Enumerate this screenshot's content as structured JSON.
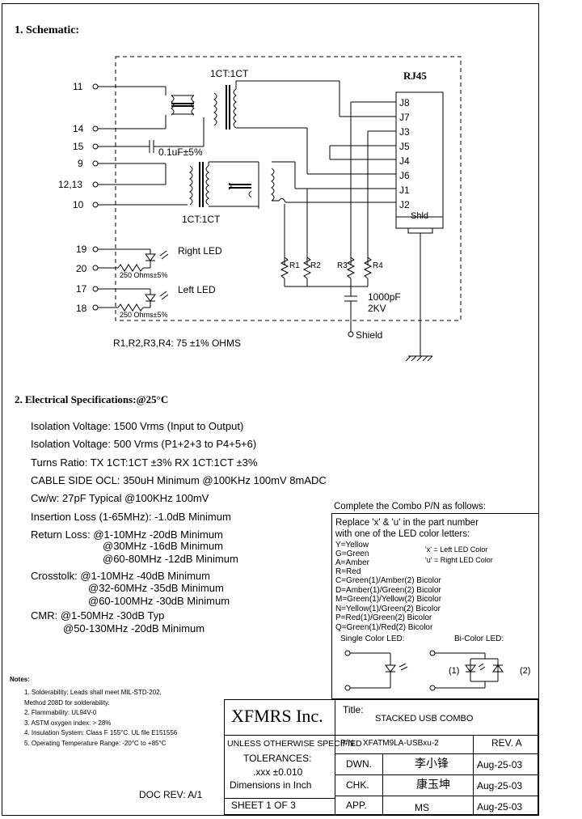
{
  "sections": {
    "schematic_title": "1.  Schematic:",
    "electrical_title": "2.  Electrical    Specifications:@25°C"
  },
  "schematic": {
    "rj45_label": "RJ45",
    "jacks": [
      "J8",
      "J7",
      "J3",
      "J5",
      "J4",
      "J6",
      "J1",
      "J2"
    ],
    "shld": "Shld",
    "pins_left": [
      "11",
      "14",
      "15",
      "9",
      "12,13",
      "10"
    ],
    "transformer_top": "1CT:1CT",
    "transformer_bottom": "1CT:1CT",
    "cap_label": "0.1uF±5%",
    "led_pins": [
      "19",
      "20",
      "17",
      "18"
    ],
    "right_led": "Right  LED",
    "left_led": "Left  LED",
    "res_label_1": "250  Ohms±5%",
    "res_label_2": "250  Ohms±5%",
    "r1": "R1",
    "r2": "R2",
    "r3": "R3",
    "r4": "R4",
    "cap2_a": "1000pF",
    "cap2_b": "2KV",
    "shield": "Shield",
    "resistor_note": "R1,R2,R3,R4:  75  ±1%  OHMS"
  },
  "specs": [
    "Isolation Voltage:   1500 Vrms  (Input to Output)",
    "Isolation Voltage:   500 Vrms  (P1+2+3  to  P4+5+6)",
    "Turns Ratio:  TX  1CT:1CT  ±3%  RX  1CT:1CT  ±3%",
    "CABLE SIDE OCL:  350uH  Minimum  @100KHz  100mV  8mADC",
    "Cw/w:  27pF  Typical  @100KHz  100mV",
    "Insertion  Loss  (1-65MHz):  -1.0dB  Minimum",
    "Return  Loss:  @1-10MHz     -20dB  Minimum",
    "@30MHz    -16dB  Minimum",
    "@60-80MHz    -12dB  Minimum",
    "Crosstolk:  @1-10MHz     -40dB  Minimum",
    "@32-60MHz     -35dB  Minimum",
    "@60-100MHz     -30dB  Minimum",
    "CMR:  @1-50MHz     -30dB  Typ",
    "@50-130MHz     -20dB  Minimum"
  ],
  "combo": {
    "title": "Complete  the  Combo  P/N  as  follows:",
    "intro_1": "Replace  'x'  &  'u'  in  the  part  number",
    "intro_2": "with  one  of  the  LED  color  letters:",
    "colors": [
      "Y=Yellow",
      "G=Green",
      "A=Amber",
      "R=Red"
    ],
    "x_note": "'x'  =  Left  LED  Color",
    "u_note": "'u'  =  Right  LED  Color",
    "bicolor": [
      "C=Green(1)/Amber(2)  Bicolor",
      "D=Amber(1)/Green(2)  Bicolor",
      "M=Green(1)/Yellow(2)  Bicolor",
      "N=Yellow(1)/Green(2)  Bicolor",
      "P=Red(1)/Green(2)  Bicolor",
      "Q=Green(1)/Red(2)  Bicolor"
    ],
    "single_label": "Single  Color  LED:",
    "bi_label": "Bi-Color  LED:",
    "bi_1": "(1)",
    "bi_2": "(2)"
  },
  "notes": {
    "title": "Notes:",
    "items": [
      "1.  Solderability:  Leads  shall  meet  MIL-STD-202,",
      "     Method  208D  for  solderability.",
      "2.  Flammability:  UL94V-0",
      "3.  ASTM  oxygen  index:  >  28%",
      "4.  Insulation  System:  Class  F  155°C.  UL  file  E151556",
      "5.  Operating  Temperature  Range:  -20°C  to  +85°C"
    ]
  },
  "title_block": {
    "company": "XFMRS  Inc.",
    "title_label": "Title:",
    "title_value": "STACKED  USB  COMBO",
    "unless": "UNLESS  OTHERWISE  SPECIFIED",
    "tolerances": "TOLERANCES:",
    "tol_value": ".xxx  ±0.010",
    "dimensions": "Dimensions  in  Inch",
    "sheet": "SHEET  1  OF  3",
    "pn_label": "P/N:",
    "pn_value": "XFATM9LA-USBxu-2",
    "rev": "REV.  A",
    "dwn": "DWN.",
    "chk": "CHK.",
    "app": "APP.",
    "dwn_sig": "李小锋",
    "chk_sig": "康玉坤",
    "app_sig": "MS",
    "date1": "Aug-25-03",
    "date2": "Aug-25-03",
    "date3": "Aug-25-03",
    "doc_rev": "DOC  REV:  A/1"
  }
}
